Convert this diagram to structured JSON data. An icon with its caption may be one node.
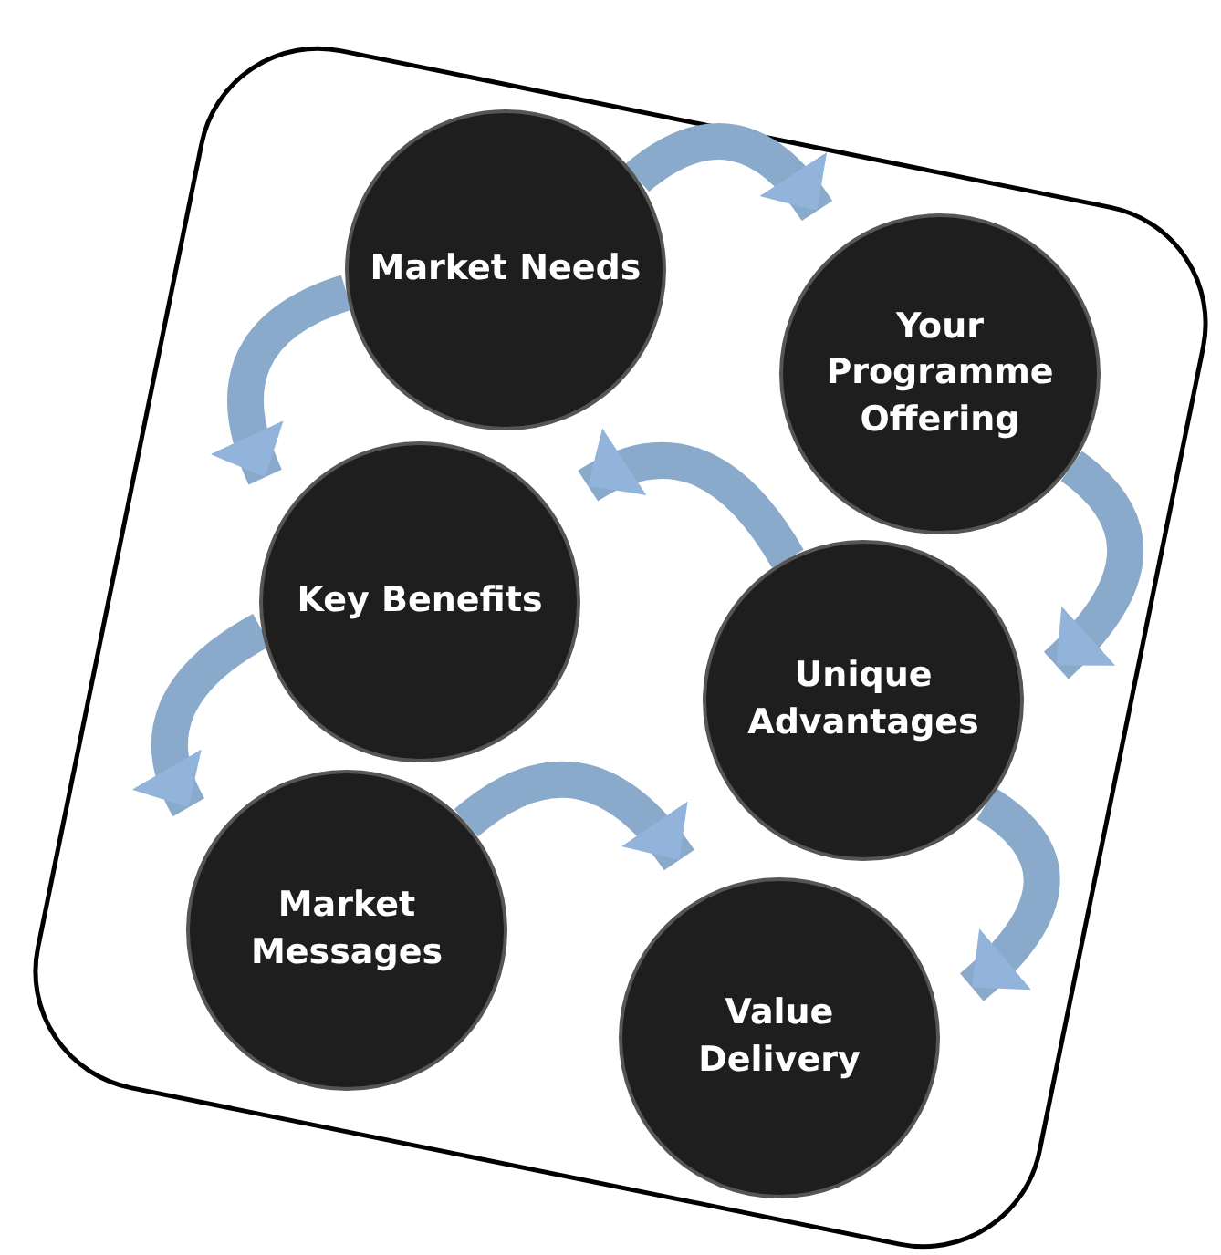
{
  "diagram": {
    "nodes": [
      {
        "text": [
          "Market Needs"
        ]
      },
      {
        "text": [
          "Your Programme Offering"
        ]
      },
      {
        "text": [
          "Key Benefits"
        ]
      },
      {
        "text": [
          "Unique Advantages"
        ]
      },
      {
        "text": [
          "Market Messages"
        ]
      },
      {
        "text": [
          "Value Delivery"
        ]
      }
    ],
    "edges": [
      {
        "from": 0,
        "to": 1,
        "arrow": "to"
      },
      {
        "from": 1,
        "to": 3,
        "arrow": "to"
      },
      {
        "from": 3,
        "to": 2,
        "arrow": "to"
      },
      {
        "from": 0,
        "to": 2,
        "arrow": "to"
      },
      {
        "from": 2,
        "to": 4,
        "arrow": "to"
      },
      {
        "from": 4,
        "to": 5,
        "arrow": "to"
      },
      {
        "from": 3,
        "to": 5,
        "arrow": "to"
      }
    ]
  }
}
